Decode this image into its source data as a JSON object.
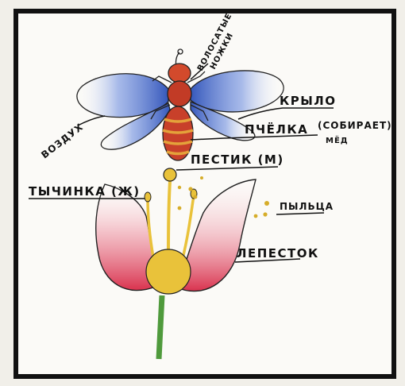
{
  "labels": {
    "hairy_legs_1": "ВОЛОСАТЫЕ",
    "hairy_legs_2": "НОЖКИ",
    "wing": "КРЫЛО",
    "bee": "ПЧЁЛКА",
    "collects_1": "(СОБИРАЕТ)",
    "collects_2": "МЁД",
    "air": "ВОЗДУХ",
    "pistil": "ПЕСТИК (M)",
    "stamen": "ТЫЧИНКА (Ж)",
    "pollen": "ПЫЛЬЦА",
    "petal": "ЛЕПЕСТОК"
  },
  "colors": {
    "wing_blue": "#2b4fb8",
    "bee_body": "#c8402a",
    "bee_stripe": "#e4a23a",
    "petal_pink": "#d9324e",
    "pollen_yellow": "#e9c23a",
    "stem_green": "#4f9a3c",
    "frame": "#111111"
  }
}
